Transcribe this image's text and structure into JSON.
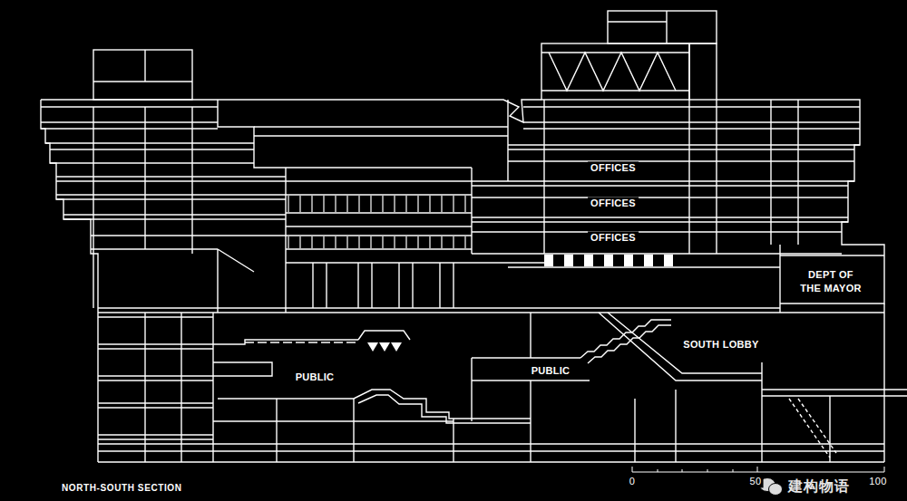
{
  "diagram": {
    "title": "NORTH-SOUTH SECTION",
    "labels": [
      "OFFICES",
      "OFFICES",
      "OFFICES",
      "DEPT OF THE MAYOR",
      "SOUTH LOBBY",
      "PUBLIC",
      "PUBLIC",
      "0",
      "50",
      "100",
      "建构物语"
    ]
  }
}
